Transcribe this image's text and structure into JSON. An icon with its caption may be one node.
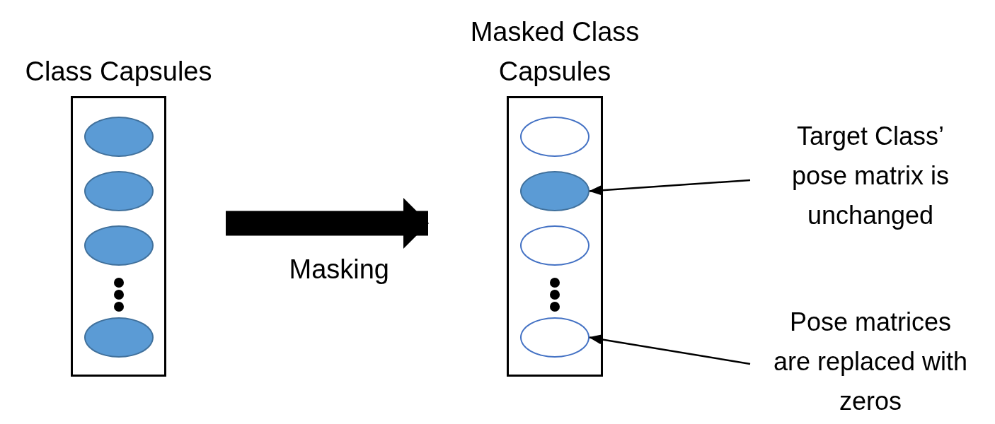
{
  "diagram": {
    "nodes": [
      {
        "text": [
          "Class Capsules"
        ]
      },
      {
        "text": [],
        "shape": "ellipse",
        "in": 0
      },
      {
        "text": [],
        "shape": "ellipse",
        "in": 0
      },
      {
        "text": [],
        "shape": "ellipse",
        "in": 0
      },
      {
        "text": [],
        "shape": "ellipse",
        "in": 0
      },
      {
        "text": [
          "Masked Class Capsules"
        ]
      },
      {
        "text": [],
        "shape": "ellipse",
        "in": 5
      },
      {
        "text": [],
        "shape": "ellipse",
        "in": 5
      },
      {
        "text": [],
        "shape": "ellipse",
        "in": 5
      },
      {
        "text": [],
        "shape": "ellipse",
        "in": 5
      },
      {
        "text": [
          "Target Class’ pose matrix is unchanged"
        ]
      },
      {
        "text": [
          "Pose matrices are replaced with zeros"
        ]
      }
    ],
    "edges": [
      {
        "from": 0,
        "to": 5,
        "arrow": "to",
        "label": "Masking",
        "style": "thick"
      },
      {
        "from": 10,
        "to": 7,
        "arrow": "to"
      },
      {
        "from": 11,
        "to": 9,
        "arrow": "to"
      }
    ]
  }
}
